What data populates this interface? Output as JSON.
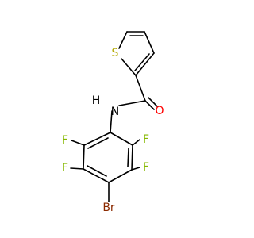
{
  "molecule": {
    "atoms": {
      "S": {
        "label": "S",
        "color": "#b2a800"
      },
      "O": {
        "label": "O",
        "color": "#ff0000"
      },
      "N": {
        "label": "N",
        "color": "#000000"
      },
      "H": {
        "label": "H",
        "color": "#000000"
      },
      "F1": {
        "label": "F",
        "color": "#86b800"
      },
      "F2": {
        "label": "F",
        "color": "#86b800"
      },
      "F3": {
        "label": "F",
        "color": "#86b800"
      },
      "F4": {
        "label": "F",
        "color": "#86b800"
      },
      "Br": {
        "label": "Br",
        "color": "#8b2a00"
      }
    }
  }
}
